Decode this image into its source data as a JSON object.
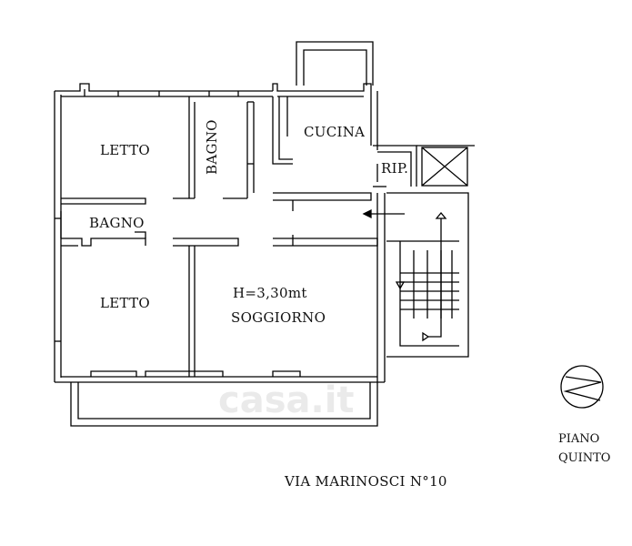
{
  "plan": {
    "rooms": {
      "letto_top": "LETTO",
      "bagno_vertical": "BAGNO",
      "cucina": "CUCINA",
      "rip": "RIP.",
      "bagno_small": "BAGNO",
      "letto_bottom": "LETTO",
      "height_note": "H=3,30mt",
      "soggiorno": "SOGGIORNO"
    },
    "floor": {
      "line1": "PIANO",
      "line2": "QUINTO"
    },
    "address": "VIA MARINOSCI  N°10",
    "watermark": "casa.it"
  }
}
